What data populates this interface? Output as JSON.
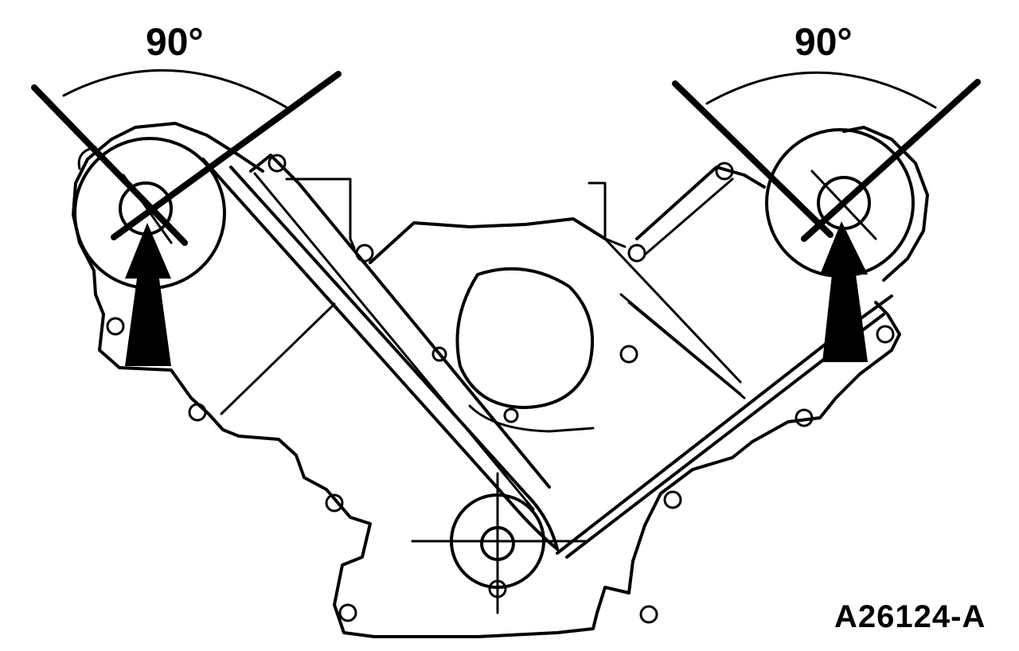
{
  "labels": {
    "left_angle": "90°",
    "right_angle": "90°",
    "figure_id": "A26124-A"
  },
  "icons": {
    "left_arrow": "up-arrow-icon",
    "right_arrow": "up-arrow-icon"
  },
  "colors": {
    "ink": "#000000",
    "background": "#ffffff"
  }
}
